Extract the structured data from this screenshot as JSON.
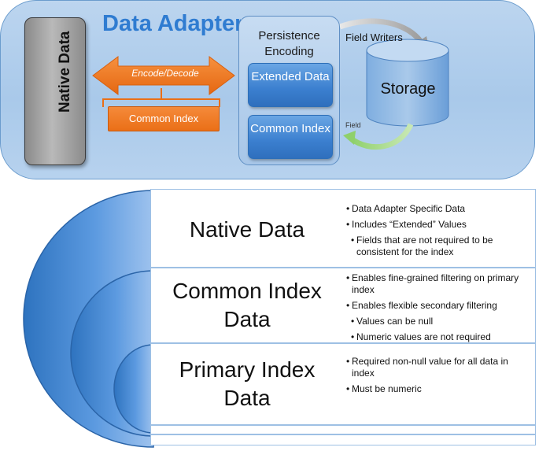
{
  "top": {
    "title": "Data Adapter",
    "native_label": "Native Data",
    "encode_decode": "Encode/Decode",
    "common_index": "Common Index",
    "persistence": "Persistence Encoding",
    "extended_data": "Extended Data",
    "common_index_box": "Common Index",
    "field_writers": "Field Writers",
    "field": "Field",
    "storage": "Storage"
  },
  "rows": [
    {
      "heading": "Native Data",
      "bullets": [
        {
          "text": "Data Adapter Specific Data",
          "sub": false
        },
        {
          "text": "Includes “Extended” Values",
          "sub": false
        },
        {
          "text": "Fields that are not required to be consistent for the index",
          "sub": true
        }
      ]
    },
    {
      "heading": "Common Index Data",
      "bullets": [
        {
          "text": "Enables fine-grained filtering on primary index",
          "sub": false
        },
        {
          "text": "Enables flexible secondary filtering",
          "sub": false
        },
        {
          "text": "Values can be null",
          "sub": true
        },
        {
          "text": "Numeric values are not required",
          "sub": true
        }
      ]
    },
    {
      "heading": "Primary Index Data",
      "bullets": [
        {
          "text": "Required non-null value for all data in index",
          "sub": false
        },
        {
          "text": "Must be numeric",
          "sub": false
        }
      ]
    }
  ],
  "colors": {
    "accent_blue": "#2f7cd1",
    "orange": "#ea6f17",
    "panel": "#a9c9ea"
  }
}
